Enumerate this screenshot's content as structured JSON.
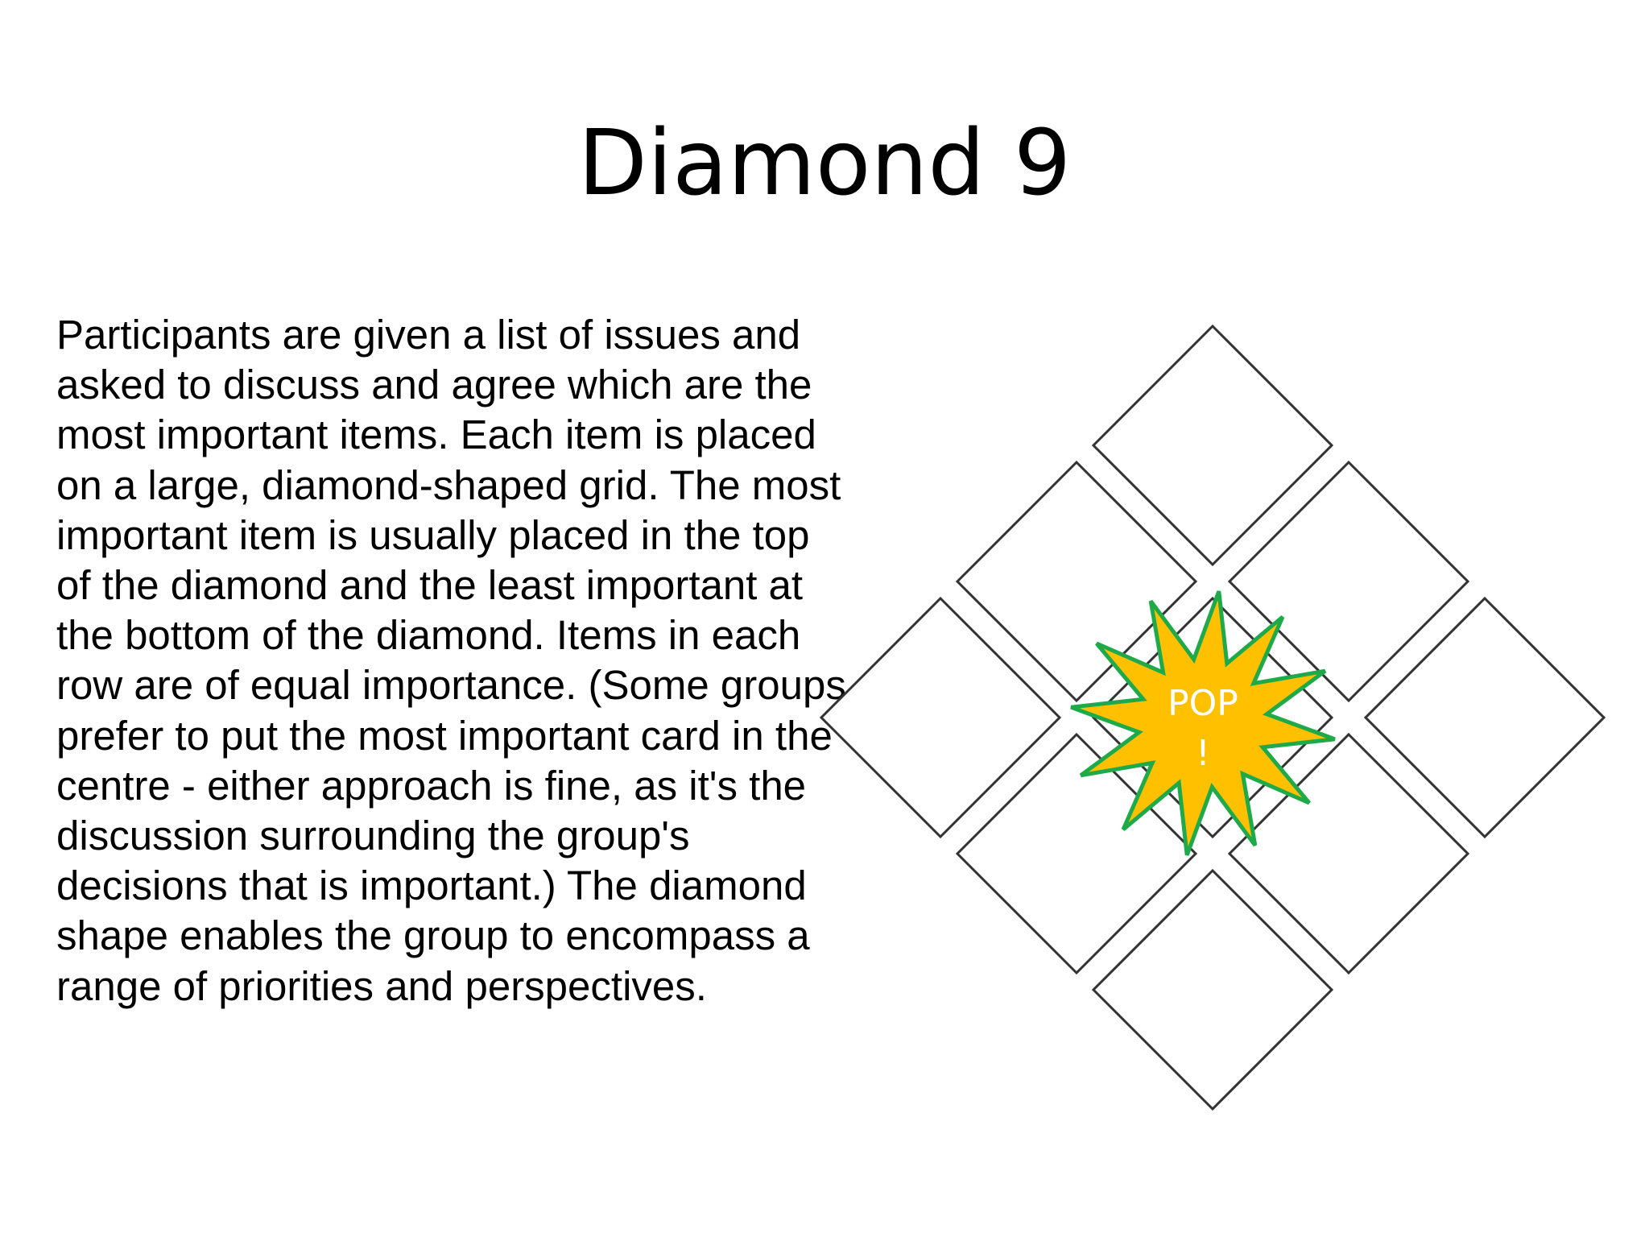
{
  "slide": {
    "title": "Diamond 9",
    "body_lines": [
      "Participants are given a list of issues and",
      "asked to discuss and agree which are the",
      "most important items. Each item is placed",
      "on a large, diamond-shaped grid. The most",
      "important item is usually placed in the top",
      "of the diamond and the least important at",
      "the bottom of the diamond. Items in each",
      "row are of equal importance. (Some groups",
      "prefer to put the most important card in the",
      "centre - either approach is fine, as it's the",
      "discussion surrounding the group's",
      "decisions that is important.) The diamond",
      "shape enables the group to encompass a",
      "range of priorities and perspectives."
    ]
  },
  "diagram": {
    "card_count": 9,
    "card_rows": [
      1,
      2,
      3,
      2,
      1
    ],
    "burst": {
      "label_line1": "POP",
      "label_line2": "!",
      "fill_color": "#FFC000",
      "stroke_color": "#1FAA4A"
    },
    "card_stroke_color": "#333333"
  }
}
